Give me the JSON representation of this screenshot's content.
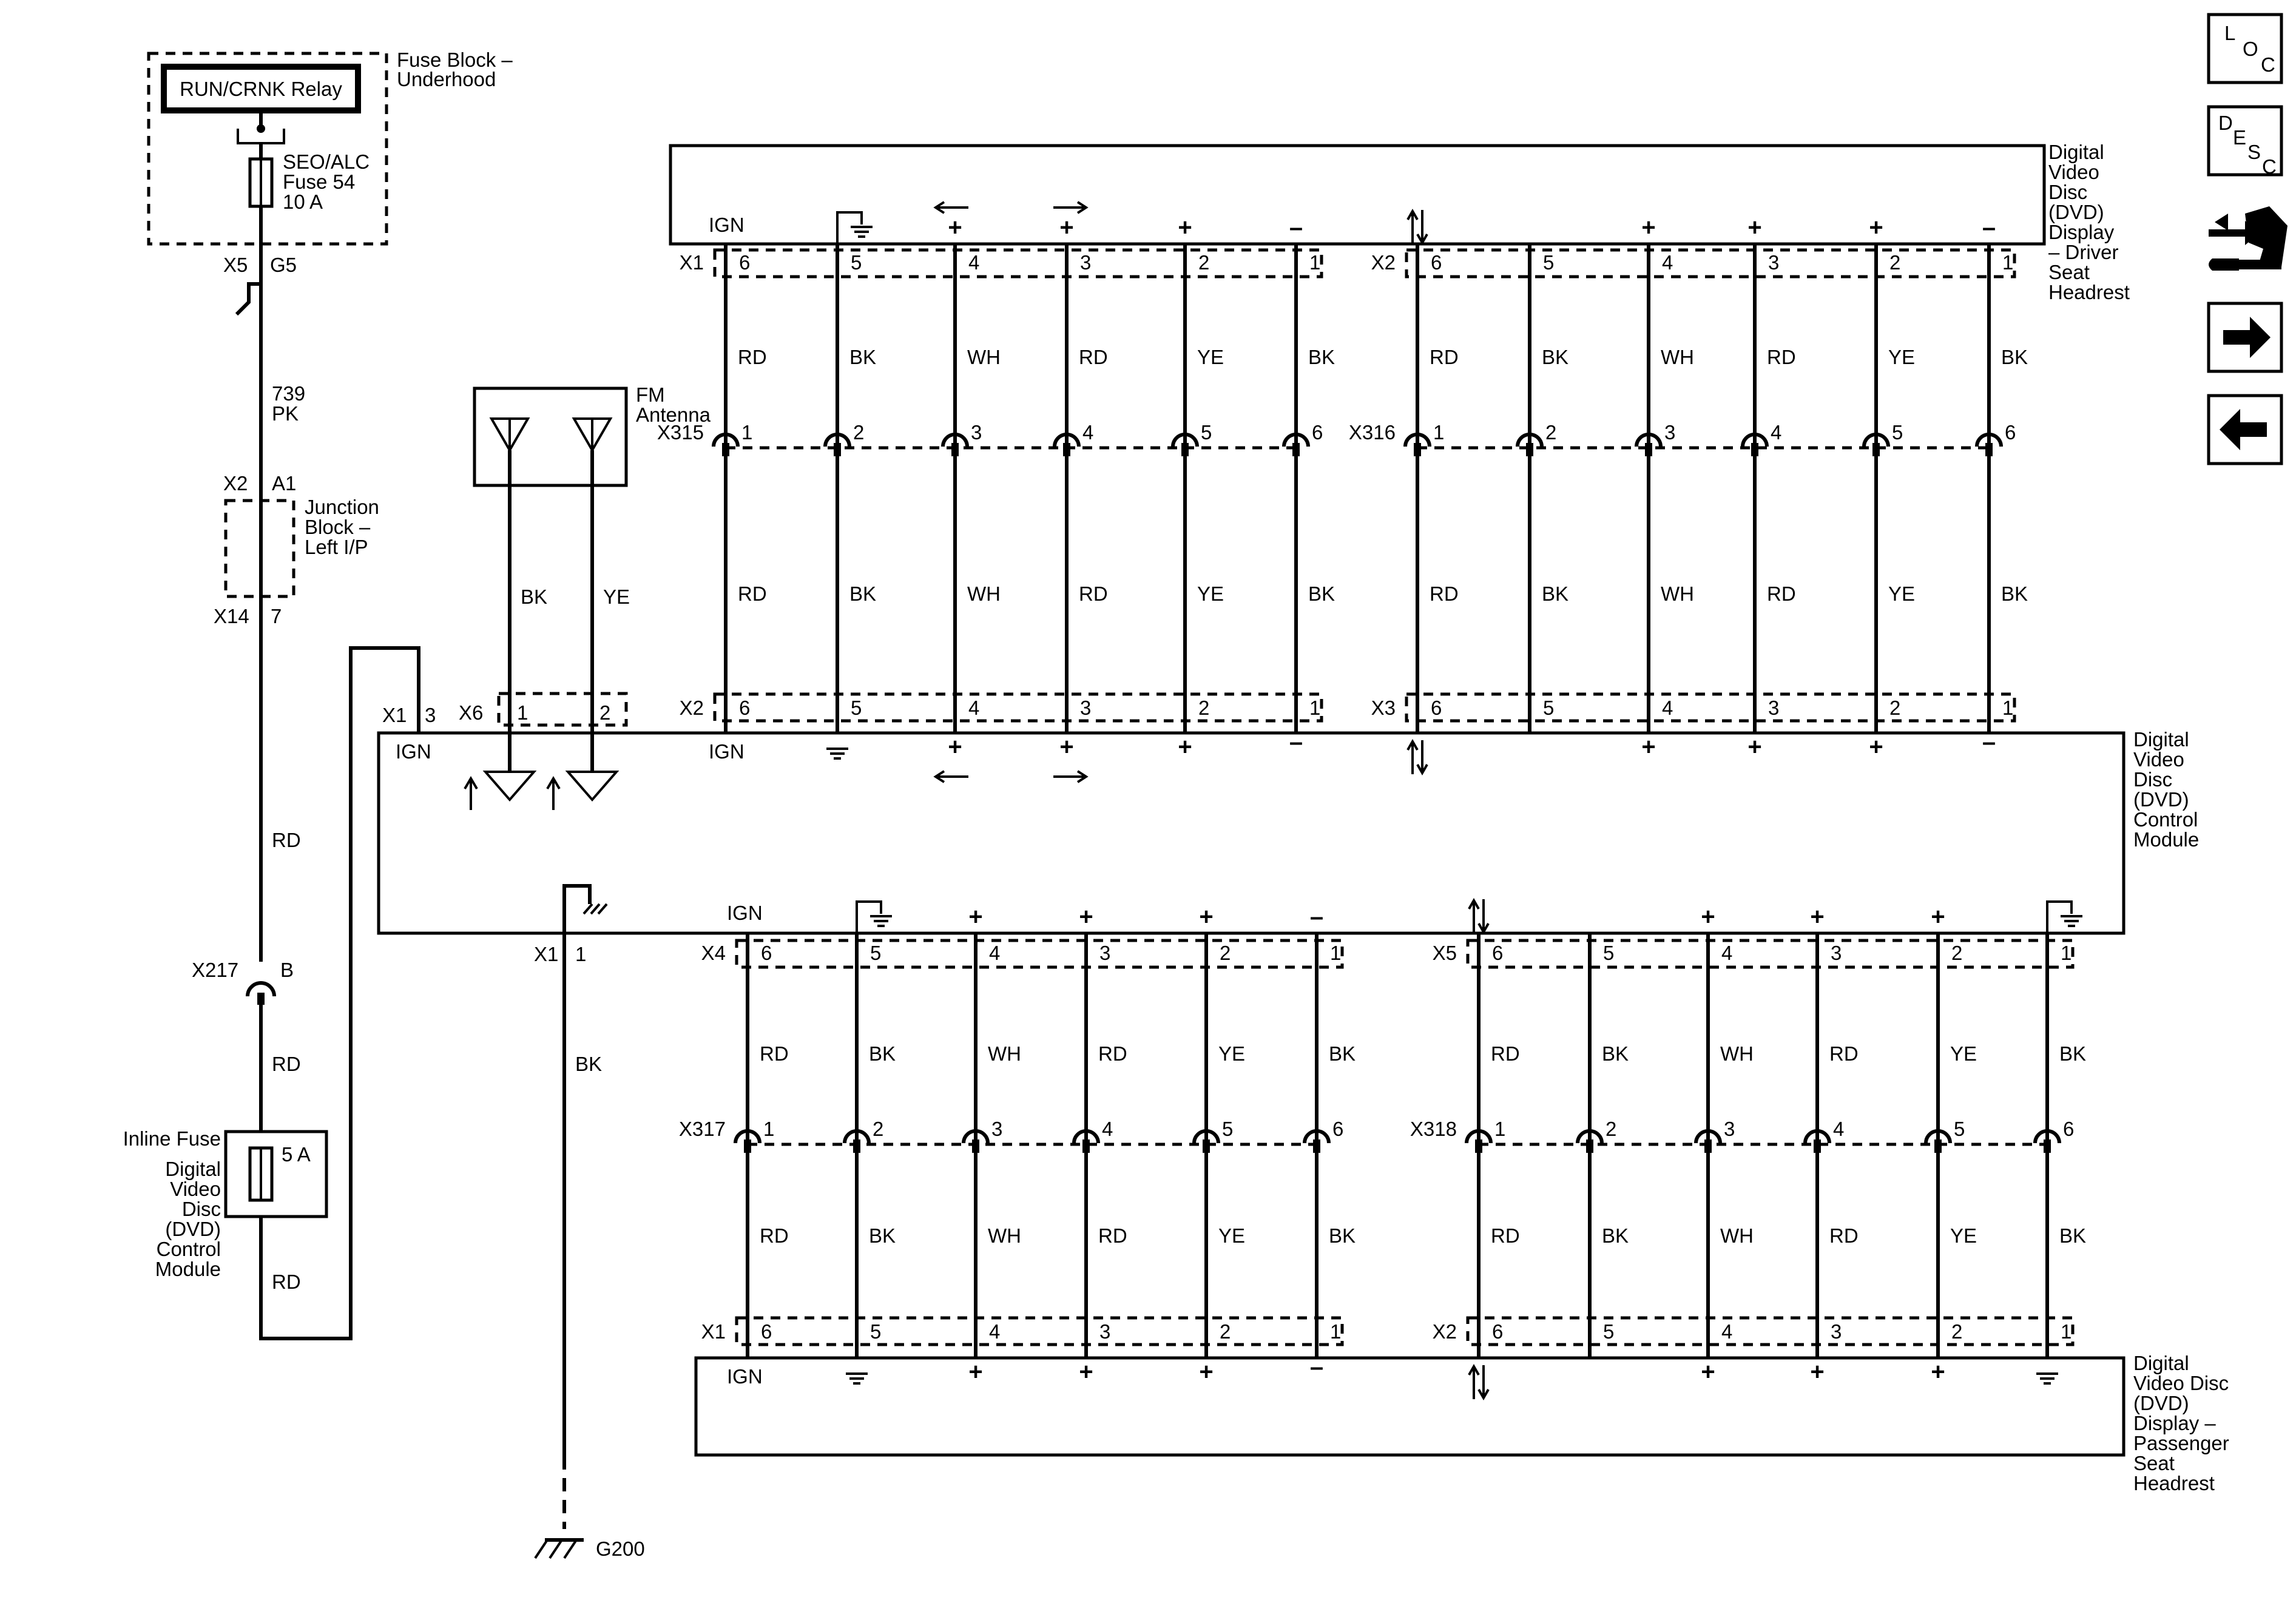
{
  "fuse_block": {
    "title": [
      "Fuse Block –",
      "Underhood"
    ],
    "relay": "RUN/CRNK Relay",
    "fuse": [
      "SEO/ALC",
      "Fuse 54",
      "10 A"
    ],
    "conn_left": "X5",
    "conn_pin": "G5"
  },
  "feed": {
    "circuit": "739",
    "color": "PK",
    "junction_conn_top": "X2",
    "junction_pin_top": "A1",
    "junction_title": [
      "Junction",
      "Block –",
      "Left I/P"
    ],
    "junction_conn_bottom": "X14",
    "junction_pin_bottom": "7",
    "color_rd": "RD",
    "inline_conn": "X217",
    "inline_pin": "B",
    "inline_fuse_title": "Inline Fuse",
    "inline_fuse_owner": [
      "Digital",
      "Video",
      "Disc",
      "(DVD)",
      "Control",
      "Module"
    ],
    "inline_fuse_rating": "5 A"
  },
  "antenna": {
    "title": [
      "FM",
      "Antenna"
    ],
    "wires": [
      "BK",
      "YE"
    ],
    "conn": "X6",
    "pins": [
      "1",
      "2"
    ]
  },
  "control_module": {
    "title": [
      "Digital",
      "Video",
      "Disc",
      "(DVD)",
      "Control",
      "Module"
    ],
    "ign_feed_conn": "X1",
    "ign_feed_pin": "3",
    "ign": "IGN",
    "ground_conn": "X1",
    "ground_pin": "1",
    "ground_color": "BK",
    "ground_name": "G200"
  },
  "driver_display": {
    "title": [
      "Digital",
      "Video",
      "Disc",
      "(DVD)",
      "Display",
      "– Driver",
      "Seat",
      "Headrest"
    ],
    "ign": "IGN"
  },
  "passenger_display": {
    "title": [
      "Digital",
      "Video Disc",
      "(DVD)",
      "Display –",
      "Passenger",
      "Seat",
      "Headrest"
    ],
    "ign": "IGN"
  },
  "upper_left_group": {
    "top_conn": "X1",
    "inline_conn": "X315",
    "bottom_conn": "X2",
    "top_pins": [
      "6",
      "5",
      "4",
      "3",
      "2",
      "1"
    ],
    "inline_pins": [
      "1",
      "2",
      "3",
      "4",
      "5",
      "6"
    ],
    "colors": [
      "RD",
      "BK",
      "WH",
      "RD",
      "YE",
      "BK"
    ]
  },
  "upper_right_group": {
    "top_conn": "X2",
    "inline_conn": "X316",
    "bottom_conn": "X3",
    "top_pins": [
      "6",
      "5",
      "4",
      "3",
      "2",
      "1"
    ],
    "inline_pins": [
      "1",
      "2",
      "3",
      "4",
      "5",
      "6"
    ],
    "colors": [
      "RD",
      "BK",
      "WH",
      "RD",
      "YE",
      "BK"
    ]
  },
  "lower_left_group": {
    "top_conn": "X4",
    "inline_conn": "X317",
    "bottom_conn": "X1",
    "top_pins": [
      "6",
      "5",
      "4",
      "3",
      "2",
      "1"
    ],
    "inline_pins": [
      "1",
      "2",
      "3",
      "4",
      "5",
      "6"
    ],
    "colors": [
      "RD",
      "BK",
      "WH",
      "RD",
      "YE",
      "BK"
    ]
  },
  "lower_right_group": {
    "top_conn": "X5",
    "inline_conn": "X318",
    "bottom_conn": "X2",
    "top_pins": [
      "6",
      "5",
      "4",
      "3",
      "2",
      "1"
    ],
    "inline_pins": [
      "1",
      "2",
      "3",
      "4",
      "5",
      "6"
    ],
    "colors": [
      "RD",
      "BK",
      "WH",
      "RD",
      "YE",
      "BK"
    ]
  },
  "nav": {
    "loc": [
      "L",
      "O",
      "C"
    ],
    "desc": [
      "D",
      "E",
      "S",
      "C"
    ],
    "icons": [
      "component-location-icon",
      "description-icon",
      "connector-tools-icon",
      "next-page-icon",
      "previous-page-icon"
    ]
  }
}
